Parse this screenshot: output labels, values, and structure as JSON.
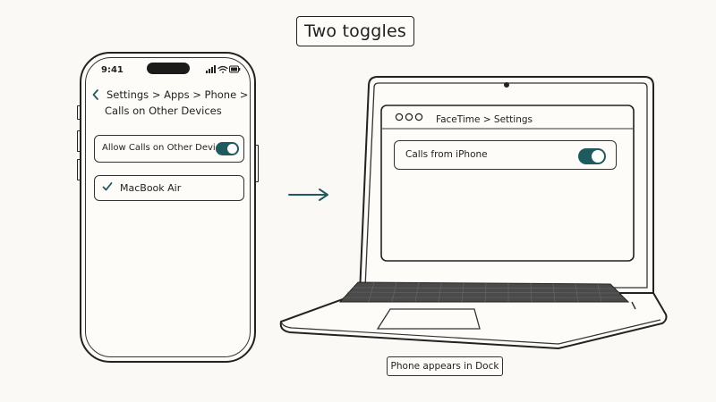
{
  "title": "Two toggles",
  "caption": "Phone appears in Dock",
  "phone": {
    "time": "9:41",
    "breadcrumb_line1": "Settings > Apps > Phone >",
    "breadcrumb_line2": "Calls on Other Devices",
    "allow_label": "Allow Calls on Other Devices",
    "allow_toggle_on": true,
    "device_label": "MacBook Air",
    "device_checked": true
  },
  "mac": {
    "window_title": "FaceTime > Settings",
    "calls_label": "Calls from iPhone",
    "calls_toggle_on": true
  },
  "colors": {
    "toggle_on": "#1f5a5f",
    "background": "#fbf9f5",
    "ink": "#222222"
  },
  "icons": [
    "chevron-left-icon",
    "signal-icon",
    "wifi-icon",
    "battery-icon",
    "checkmark-icon",
    "arrow-right-icon",
    "window-controls-icon",
    "camera-icon"
  ]
}
